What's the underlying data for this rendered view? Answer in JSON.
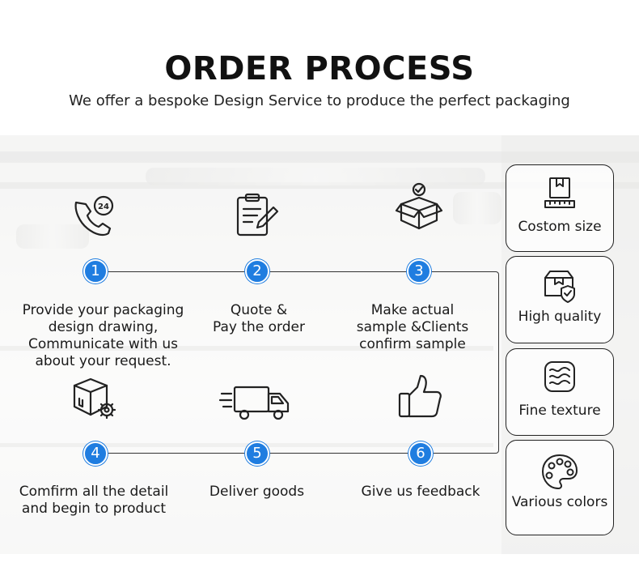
{
  "header": {
    "title": "ORDER PROCESS",
    "subtitle": "We offer a bespoke Design Service to produce the perfect packaging"
  },
  "steps": [
    {
      "number": "1",
      "icon": "phone-24-icon",
      "text": "Provide your packaging\ndesign drawing,\nCommunicate with us\nabout your request."
    },
    {
      "number": "2",
      "icon": "clipboard-pen-icon",
      "text": "Quote &\nPay the order"
    },
    {
      "number": "3",
      "icon": "box-check-icon",
      "text": "Make actual\nsample &Clients\nconfirm sample"
    },
    {
      "number": "4",
      "icon": "box-gear-icon",
      "text": "Comfirm all the detail\nand begin to product"
    },
    {
      "number": "5",
      "icon": "delivery-truck-icon",
      "text": "Deliver goods"
    },
    {
      "number": "6",
      "icon": "thumbs-up-icon",
      "text": "Give us feedback"
    }
  ],
  "features": [
    {
      "label": "Costom size",
      "icon": "box-ruler-icon"
    },
    {
      "label": "High quality",
      "icon": "box-shield-icon"
    },
    {
      "label": "Fine texture",
      "icon": "texture-waves-icon"
    },
    {
      "label": "Various colors",
      "icon": "palette-icon"
    }
  ],
  "colors": {
    "accent": "#1f7de0",
    "line": "#333333"
  }
}
